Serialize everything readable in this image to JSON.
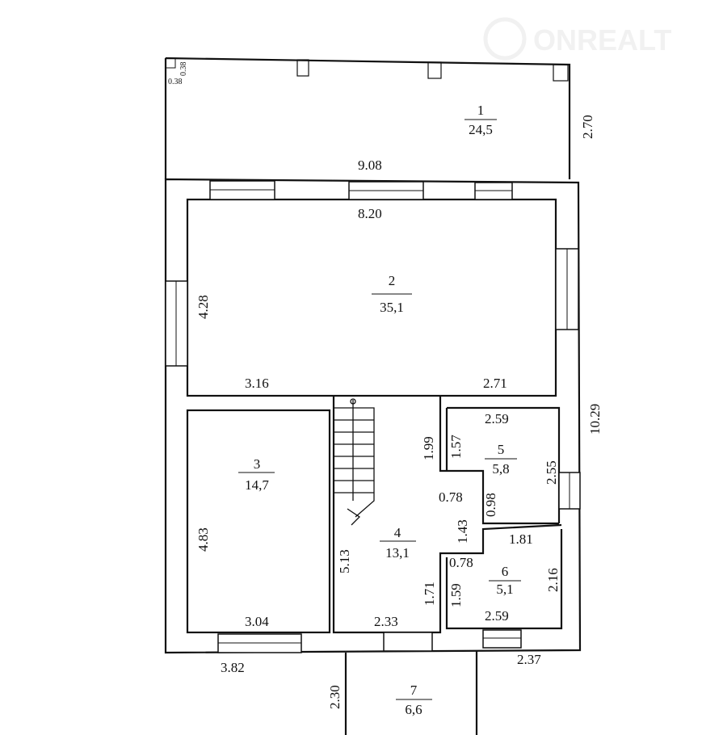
{
  "watermark": "ONREALT",
  "rooms": [
    {
      "number": "1",
      "area": "24,5"
    },
    {
      "number": "2",
      "area": "35,1"
    },
    {
      "number": "3",
      "area": "14,7"
    },
    {
      "number": "4",
      "area": "13,1"
    },
    {
      "number": "5",
      "area": "5,8"
    },
    {
      "number": "6",
      "area": "5,1"
    },
    {
      "number": "7",
      "area": "6,6"
    }
  ],
  "dimensions": {
    "porch_corner_a": "0.38",
    "porch_corner_b": "0.38",
    "porch_depth": "2.70",
    "outer_width": "9.08",
    "inner_width": "8.20",
    "room2_depth": "4.28",
    "room2_bottom_left": "3.16",
    "room2_bottom_right": "2.71",
    "building_depth": "10.29",
    "room3_depth": "4.83",
    "room3_width": "3.04",
    "stair_length": "5.13",
    "hall_width": "2.33",
    "hall_upper": "1.99",
    "room5_door": "1.57",
    "room5_width": "2.59",
    "room5_depth": "2.55",
    "notch_a": "0.78",
    "notch_b": "0.98",
    "notch_c": "1.43",
    "room6_top": "1.81",
    "notch_d": "0.78",
    "room6_depth": "2.16",
    "hall_lower": "1.71",
    "room6_door": "1.59",
    "room6_width": "2.59",
    "bottom_left": "3.82",
    "bottom_right": "2.37",
    "porch7_depth": "2.30"
  }
}
